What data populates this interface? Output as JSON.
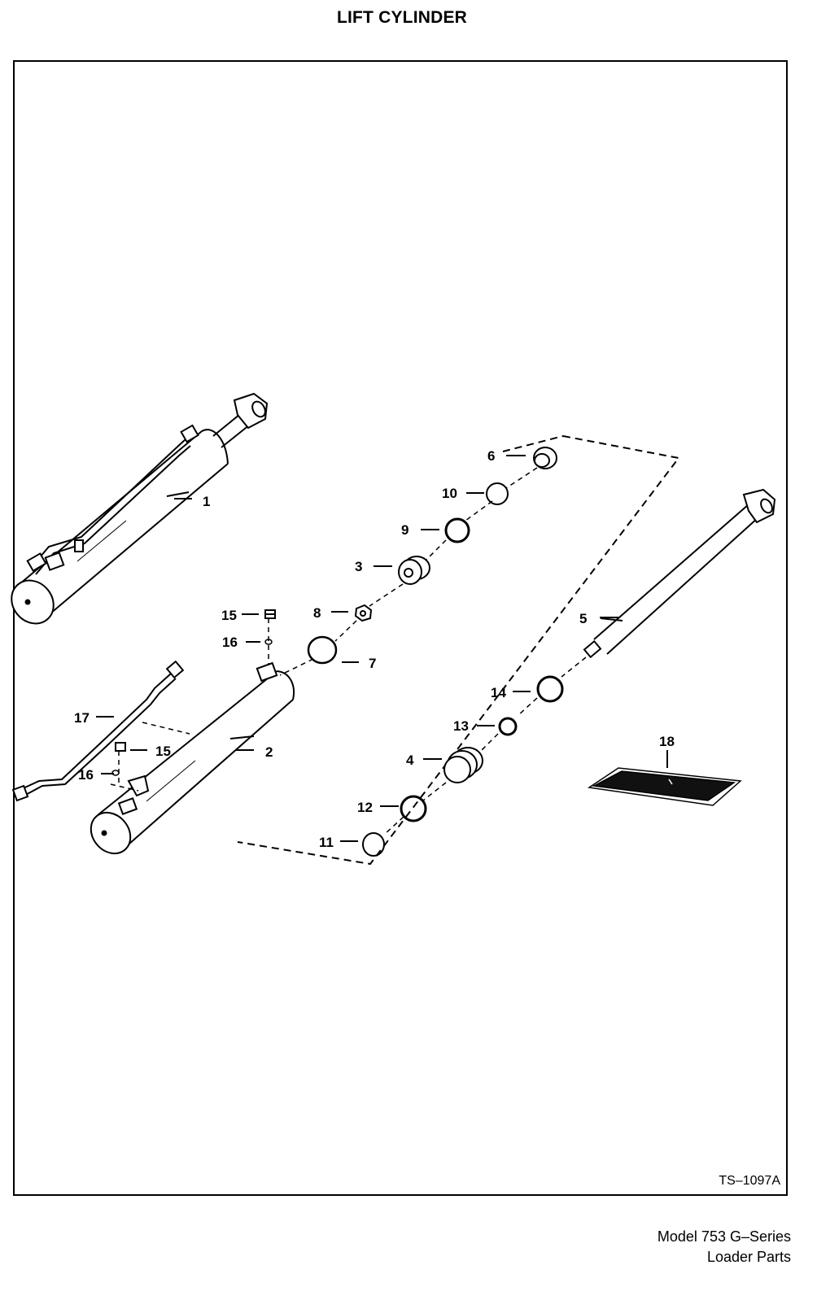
{
  "page_title": "LIFT CYLINDER",
  "drawing_number": "TS–1097A",
  "footer": {
    "model": "Model 753 G–Series",
    "section": "Loader Parts"
  },
  "callouts": {
    "c1": "1",
    "c2": "2",
    "c3": "3",
    "c4": "4",
    "c5": "5",
    "c6": "6",
    "c7": "7",
    "c8": "8",
    "c9": "9",
    "c10": "10",
    "c11": "11",
    "c12": "12",
    "c13": "13",
    "c14": "14",
    "c15a": "15",
    "c15b": "15",
    "c16a": "16",
    "c16b": "16",
    "c17": "17",
    "c18": "18"
  }
}
